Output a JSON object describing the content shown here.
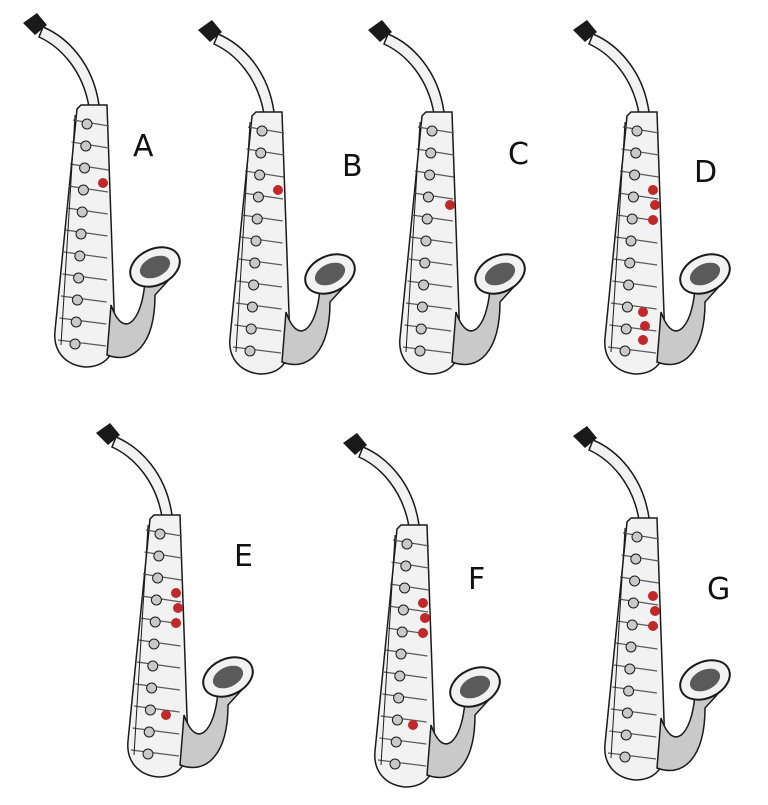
{
  "colors": {
    "pressed_key": "#c0282a",
    "metal_light": "#f2f2f2",
    "metal_mid": "#c9c9c9",
    "metal_dark": "#5a5a5a",
    "outline": "#1a1a1a"
  },
  "fingerings": [
    {
      "label": "A",
      "upper_keys": [
        1
      ],
      "lower_keys": []
    },
    {
      "label": "B",
      "upper_keys": [
        1
      ],
      "lower_keys": []
    },
    {
      "label": "C",
      "upper_keys": [
        2
      ],
      "lower_keys": []
    },
    {
      "label": "D",
      "upper_keys": [
        1,
        2,
        3
      ],
      "lower_keys": [
        1,
        2,
        3
      ]
    },
    {
      "label": "E",
      "upper_keys": [
        1,
        2,
        3
      ],
      "lower_keys": [
        1
      ]
    },
    {
      "label": "F",
      "upper_keys": [
        1,
        2,
        3
      ],
      "lower_keys": [
        1
      ]
    },
    {
      "label": "G",
      "upper_keys": [
        1,
        2,
        3
      ],
      "lower_keys": []
    }
  ]
}
